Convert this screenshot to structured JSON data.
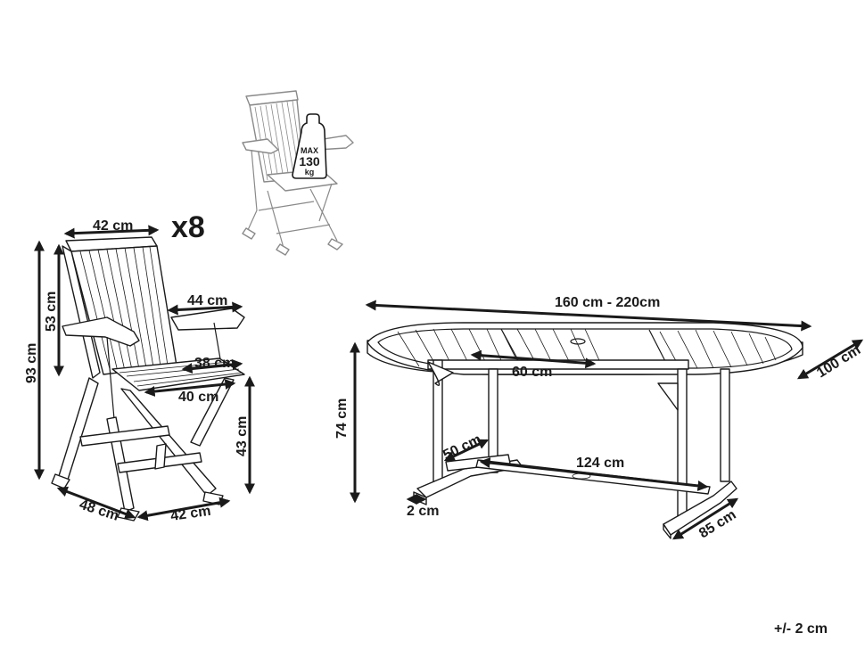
{
  "chair": {
    "quantity": "x8",
    "max_load_line1": "MAX",
    "max_load_line2": "130",
    "max_load_line3": "kg",
    "width_top": "42 cm",
    "height_total": "93 cm",
    "height_back": "53 cm",
    "armrest_length": "44 cm",
    "seat_depth": "38 cm",
    "seat_width": "40 cm",
    "seat_height": "43 cm",
    "base_depth": "48 cm",
    "base_width": "42 cm"
  },
  "table": {
    "length": "160 cm - 220cm",
    "width": "100 cm",
    "extension": "60 cm",
    "height": "74 cm",
    "leg_depth": "50 cm",
    "foot_thickness": "2 cm",
    "stretcher_length": "124 cm",
    "foot_width": "85 cm"
  },
  "tolerance": "+/- 2 cm"
}
